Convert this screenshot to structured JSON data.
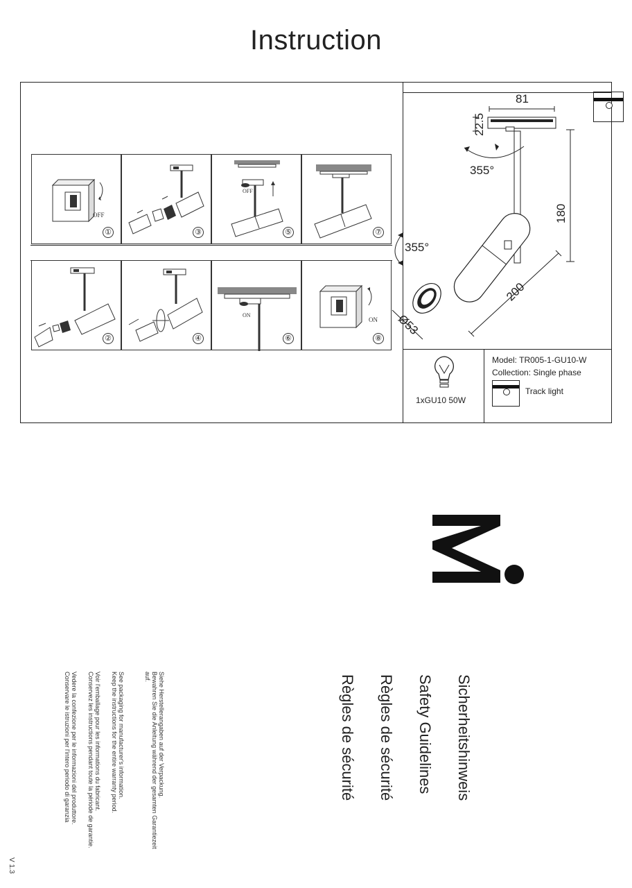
{
  "page": {
    "title": "Instruction",
    "version": "V 1.3"
  },
  "steps": [
    {
      "number": "①",
      "note": "OFF"
    },
    {
      "number": "③",
      "note": ""
    },
    {
      "number": "⑤",
      "note": "OFF"
    },
    {
      "number": "⑦",
      "note": ""
    },
    {
      "number": "②",
      "note": ""
    },
    {
      "number": "④",
      "note": ""
    },
    {
      "number": "⑥",
      "note": "ON"
    },
    {
      "number": "⑧",
      "note": "ON"
    }
  ],
  "dimensions": {
    "width": "81",
    "adapter_height": "22.5",
    "rotation_top": "355°",
    "rotation_side": "355°",
    "height": "180",
    "length": "200",
    "diameter": "Ø53"
  },
  "specs": {
    "bulb": "1xGU10 50W",
    "model": "Model: TR005-1-GU10-W",
    "collection": "Collection: Single phase",
    "type": "Track light"
  },
  "safety": {
    "headings": [
      "Sicherheitshinweis",
      "Safety Guidelines",
      "Règles de sécurité",
      "Règles de sécurité"
    ],
    "blocks": [
      [
        "Siehe Herstellerangaben auf der Verpackung.",
        "Bewahren Sie die Anleitung während der gesamten Garantiezeit",
        "auf."
      ],
      [
        "See packaging for manufacturer's information.",
        "Keep the instructions for the entire warranty period."
      ],
      [
        "Voir l'emballage pour les informations du fabricant.",
        "Conservez les instructions pendant toute la période de garantie."
      ],
      [
        "Vedere la confezione per le informazioni del produttore.",
        "Conservare le istruzioni per l'intero periodo di garanzia"
      ]
    ]
  },
  "colors": {
    "ink": "#222222",
    "hatch": "#888888"
  }
}
